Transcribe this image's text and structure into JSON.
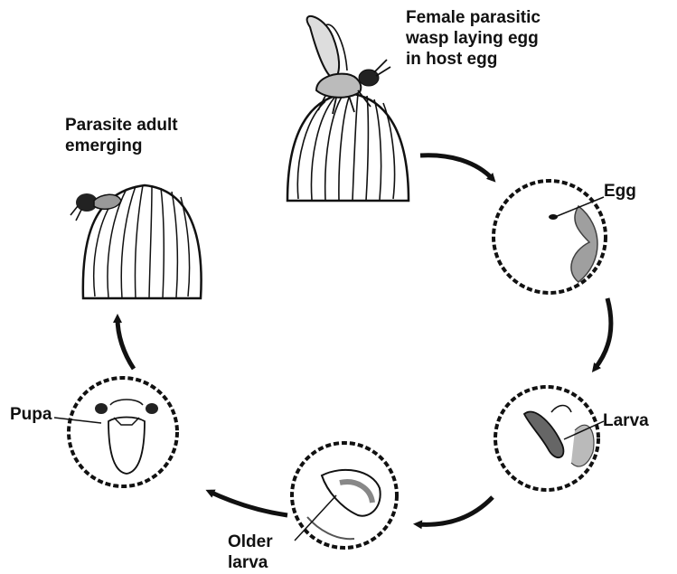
{
  "labels": {
    "wasp": "Female parasitic\nwasp laying egg\nin host egg",
    "adult": "Parasite adult\nemerging",
    "egg": "Egg",
    "larva": "Larva",
    "older_larva": "Older\nlarva",
    "pupa": "Pupa"
  },
  "colors": {
    "ink": "#111111",
    "paper": "#ffffff",
    "shade": "#555555"
  },
  "icons": [
    "wasp-icon",
    "host-egg-icon",
    "arrow-icon",
    "egg-cell-icon",
    "larva-icon",
    "pupa-icon"
  ]
}
